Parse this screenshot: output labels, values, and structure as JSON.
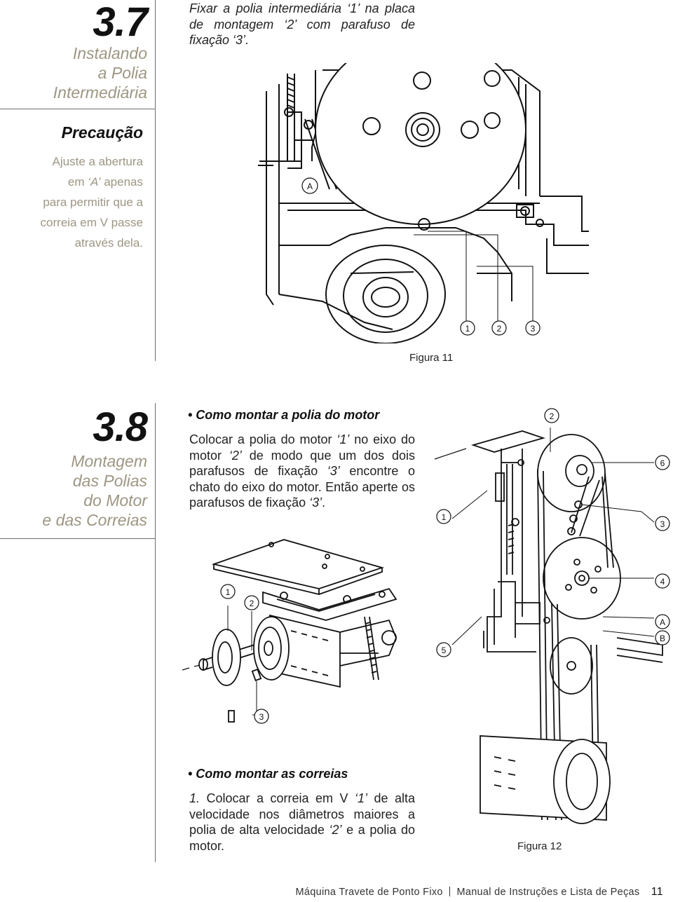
{
  "section_37": {
    "number": "3.7",
    "title_lines": [
      "Instalando",
      "a Polia",
      "Intermediária"
    ],
    "instruction": [
      {
        "t": "Fixar a polia intermediária ",
        "i": false
      },
      {
        "t": "‘1’",
        "i": true
      },
      {
        "t": " na placa de montagem ",
        "i": false
      },
      {
        "t": "‘2’",
        "i": true
      },
      {
        "t": " com parafuso de fixação ",
        "i": false
      },
      {
        "t": "‘3’",
        "i": true
      },
      {
        "t": ".",
        "i": false
      }
    ],
    "caution": {
      "title": "Precaução",
      "lines": [
        [
          {
            "t": "Ajuste a abertura",
            "i": false
          }
        ],
        [
          {
            "t": "em ",
            "i": false
          },
          {
            "t": "‘A’",
            "i": true
          },
          {
            "t": " apenas",
            "i": false
          }
        ],
        [
          {
            "t": "para permitir que a",
            "i": false
          }
        ],
        [
          {
            "t": "correia em V passe",
            "i": false
          }
        ],
        [
          {
            "t": "através dela.",
            "i": false
          }
        ]
      ]
    },
    "figure": {
      "caption": "Figura 11",
      "callouts": {
        "a": "A",
        "c1": "1",
        "c2": "2",
        "c3": "3"
      }
    }
  },
  "section_38": {
    "number": "3.8",
    "title_lines": [
      "Montagem",
      "das Polias",
      "do Motor",
      "e das Correias"
    ],
    "motor_pulley": {
      "heading": "• Como montar a polia do motor",
      "text": [
        {
          "t": "Colocar a polia do motor ",
          "i": false
        },
        {
          "t": "‘1’",
          "i": true
        },
        {
          "t": " no eixo do motor ",
          "i": false
        },
        {
          "t": "‘2’",
          "i": true
        },
        {
          "t": " de modo que um dos dois parafusos de fixação ",
          "i": false
        },
        {
          "t": "‘3’",
          "i": true
        },
        {
          "t": " encontre o chato do eixo do motor. Então aperte os parafusos de fixação ",
          "i": false
        },
        {
          "t": "‘3’",
          "i": true
        },
        {
          "t": ".",
          "i": false
        }
      ],
      "figure_callouts": {
        "c1": "1",
        "c2": "2",
        "c3": "3"
      }
    },
    "belts": {
      "heading": "• Como montar as correias",
      "text": [
        {
          "t": "1.",
          "i": true
        },
        {
          "t": " Colocar a correia em V ",
          "i": false
        },
        {
          "t": "‘1’",
          "i": true
        },
        {
          "t": " de alta velocidade nos diâmetros maiores a polia de alta velocidade ",
          "i": false
        },
        {
          "t": "‘2’",
          "i": true
        },
        {
          "t": " e a polia do motor.",
          "i": false
        }
      ]
    },
    "figure12": {
      "caption": "Figura 12",
      "callouts": {
        "c1": "1",
        "c2": "2",
        "c3": "3",
        "c4": "4",
        "c5": "5",
        "c6": "6",
        "a": "A",
        "b": "B"
      }
    }
  },
  "footer": {
    "left": "Máquina Travete de Ponto Fixo",
    "right": "Manual de Instruções e Lista de Peças",
    "page": "11"
  }
}
